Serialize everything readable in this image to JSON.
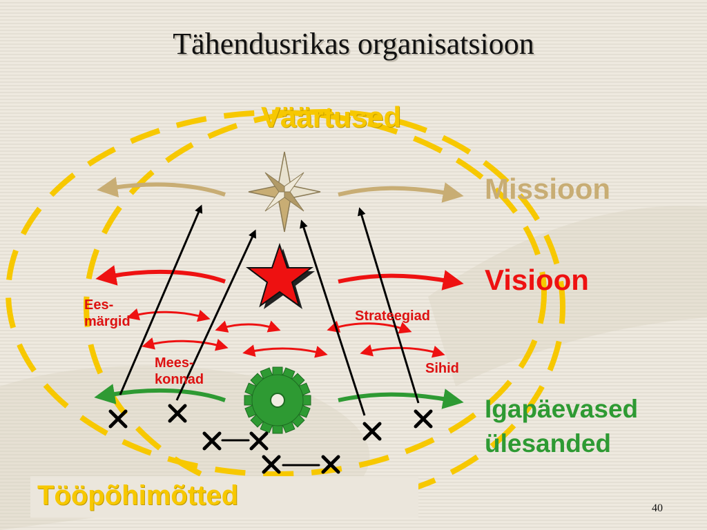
{
  "slide": {
    "title": "Tähendusrikas organisatsioon",
    "page_number": "40"
  },
  "labels": {
    "vaartused": "Väärtused",
    "missioon": "Missioon",
    "visioon": "Visioon",
    "igapaevased_line1": "Igapäevased",
    "igapaevased_line2": "ülesanded",
    "toopohimotted": "Tööpõhimõtted"
  },
  "small_labels": {
    "ees_line1": "Ees-",
    "ees_line2": "märgid",
    "mees_line1": "Mees-",
    "mees_line2": "konnad",
    "strateegiad": "Strateegiad",
    "sihid": "Sihid"
  },
  "icons": {
    "compass": "compass-rose-icon",
    "star": "red-star-icon",
    "gear": "gear-icon",
    "marker": "x-mark-icon"
  },
  "colors": {
    "values_yellow": "#f7c800",
    "mission_tan": "#c8ad74",
    "vision_red": "#ee1111",
    "tasks_green": "#2e9a33",
    "label_red": "#dd1111"
  }
}
